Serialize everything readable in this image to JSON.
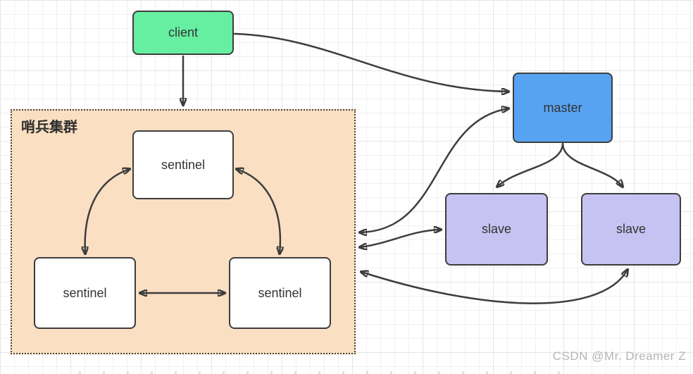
{
  "cluster": {
    "label": "哨兵集群"
  },
  "nodes": {
    "client": {
      "label": "client",
      "fill": "#66efa1"
    },
    "master": {
      "label": "master",
      "fill": "#57a3f2"
    },
    "slave_left": {
      "label": "slave",
      "fill": "#c6c3f2"
    },
    "slave_right": {
      "label": "slave",
      "fill": "#c6c3f2"
    },
    "sentinel_top": {
      "label": "sentinel",
      "fill": "#ffffff"
    },
    "sentinel_bottom_left": {
      "label": "sentinel",
      "fill": "#ffffff"
    },
    "sentinel_bottom_right": {
      "label": "sentinel",
      "fill": "#ffffff"
    }
  },
  "edges": [
    {
      "name": "client-to-sentinel-cluster"
    },
    {
      "name": "client-to-master"
    },
    {
      "name": "master-to-sentinel-cluster-bidirectional"
    },
    {
      "name": "slave-left-to-sentinel-cluster-bidirectional"
    },
    {
      "name": "slave-right-to-sentinel-cluster-bidirectional"
    },
    {
      "name": "master-to-slave-left"
    },
    {
      "name": "master-to-slave-right"
    },
    {
      "name": "sentinel-top-to-sentinel-bottom-left-bidirectional"
    },
    {
      "name": "sentinel-top-to-sentinel-bottom-right-bidirectional"
    },
    {
      "name": "sentinel-bottom-left-to-sentinel-bottom-right-bidirectional"
    }
  ],
  "colors": {
    "edge": "#3d3d3d",
    "node_border": "#3d3d3d",
    "cluster_fill": "#fbdfc2",
    "cluster_border": "#45443c",
    "grid_line_minor": "#f0f0f0",
    "grid_line_major": "#e6e6e6",
    "text": "#333333",
    "watermark_color": "#b5b5b5"
  },
  "watermark": {
    "text": "CSDN @Mr. Dreamer Z"
  }
}
